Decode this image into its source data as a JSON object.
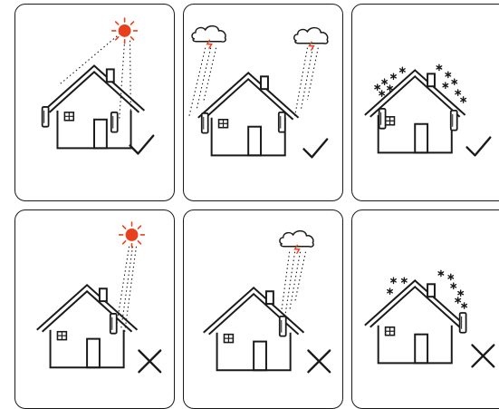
{
  "colors": {
    "outline": "#1a1a1a",
    "sun": "#e8401c",
    "lightning": "#e8401c",
    "background": "#ffffff"
  },
  "panels": [
    {
      "id": "sun-ok",
      "weather_icon": "sun-icon",
      "house_icon": "house-icon",
      "verdict_icon": "checkmark-icon",
      "verdict": "allowed"
    },
    {
      "id": "rain-ok",
      "weather_icon": "storm-cloud-icon",
      "house_icon": "house-icon",
      "verdict_icon": "checkmark-icon",
      "verdict": "allowed"
    },
    {
      "id": "snow-ok",
      "weather_icon": "snowflake-icon",
      "house_icon": "house-icon",
      "verdict_icon": "checkmark-icon",
      "verdict": "allowed"
    },
    {
      "id": "sun-bad",
      "weather_icon": "sun-icon",
      "house_icon": "house-icon",
      "verdict_icon": "cross-icon",
      "verdict": "not allowed"
    },
    {
      "id": "rain-bad",
      "weather_icon": "storm-cloud-icon",
      "house_icon": "house-icon",
      "verdict_icon": "cross-icon",
      "verdict": "not allowed"
    },
    {
      "id": "snow-bad",
      "weather_icon": "snowflake-icon",
      "house_icon": "house-icon",
      "verdict_icon": "cross-icon",
      "verdict": "not allowed"
    }
  ]
}
